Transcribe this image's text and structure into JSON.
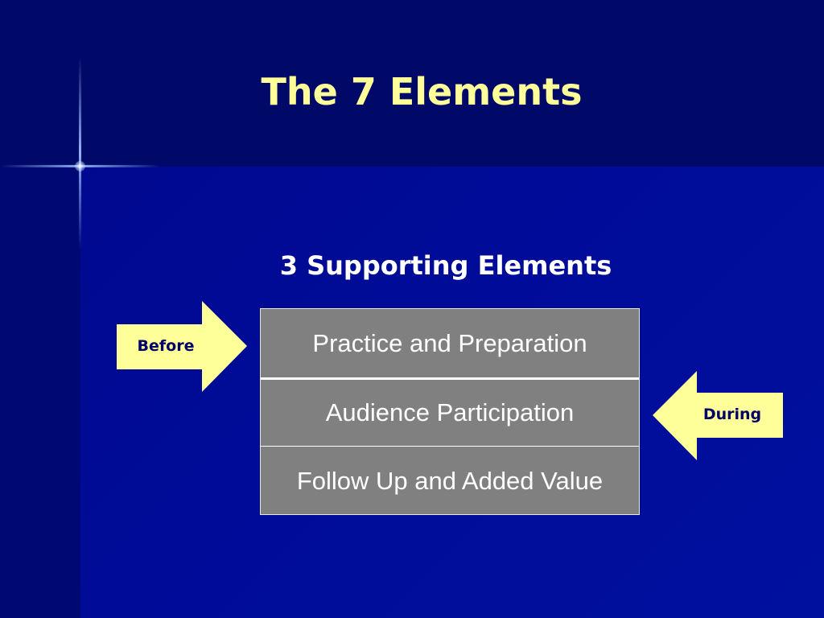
{
  "slide": {
    "title": "The 7 Elements",
    "subtitle": "3 Supporting Elements",
    "elements": [
      "Practice and Preparation",
      "Audience Participation",
      "Follow Up and Added Value"
    ],
    "arrows": {
      "before": "Before",
      "during": "During"
    }
  },
  "colors": {
    "background": "#000c8f",
    "title": "#ffff99",
    "arrow_fill": "#ffff99",
    "arrow_text": "#000066",
    "table_fill": "#808080"
  }
}
